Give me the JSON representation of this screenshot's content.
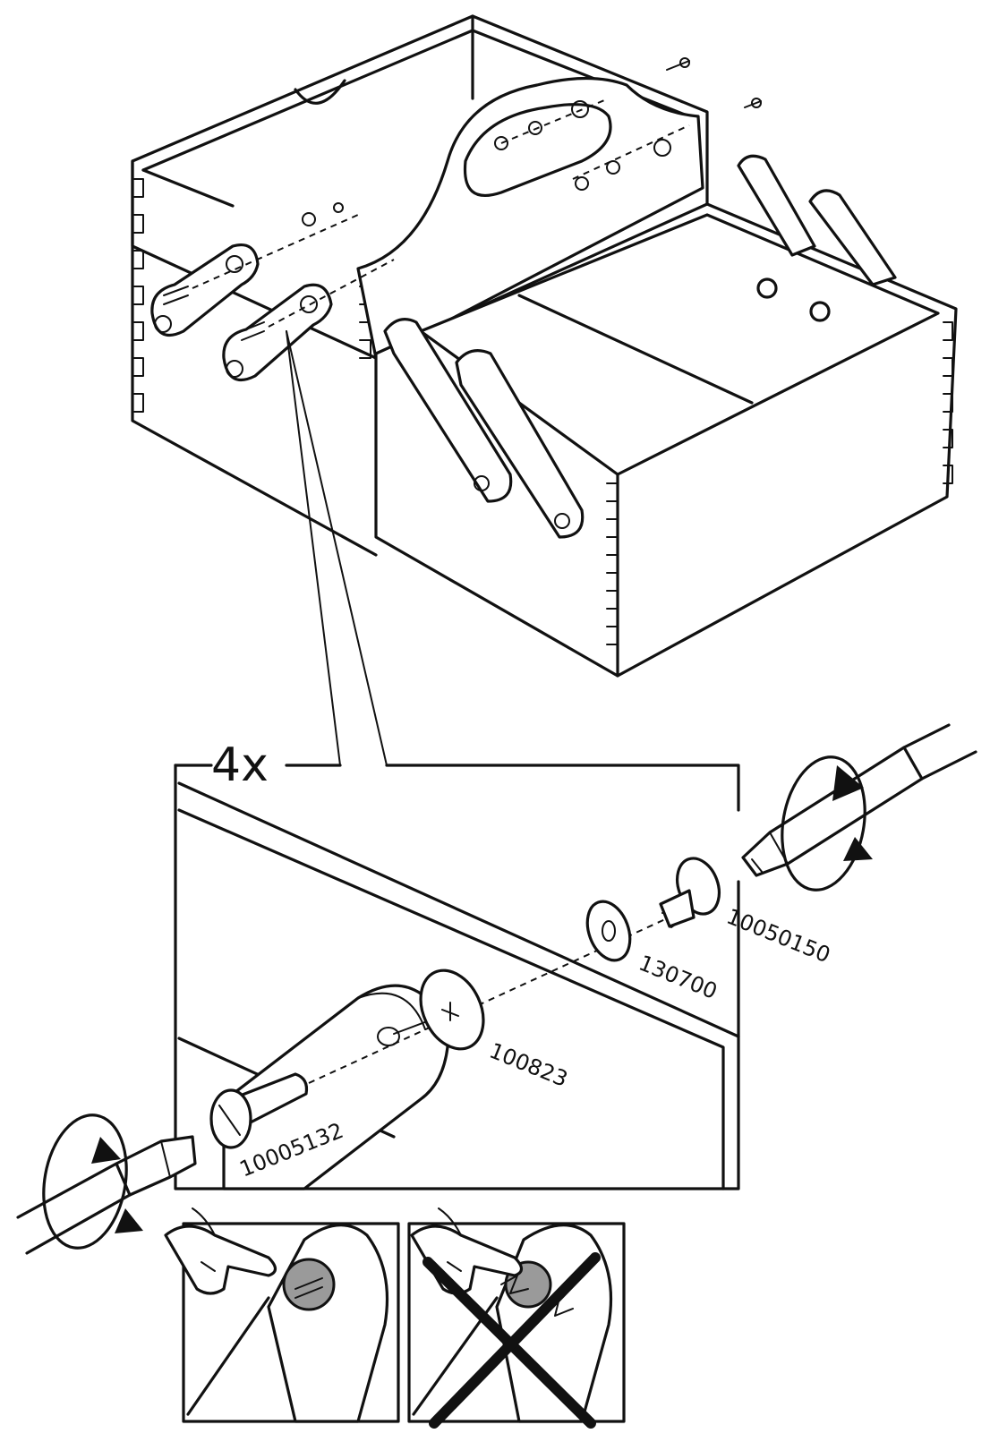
{
  "multiplier": "4x",
  "parts": [
    {
      "id": "10005132"
    },
    {
      "id": "100823"
    },
    {
      "id": "130700"
    },
    {
      "id": "10050150"
    }
  ],
  "checks": [
    {
      "name": "correct",
      "result": "ok"
    },
    {
      "name": "incorrect",
      "result": "crossed-out"
    }
  ],
  "colors": {
    "line": "#111111",
    "background": "#ffffff",
    "screw_head": "#9a9a9a"
  }
}
